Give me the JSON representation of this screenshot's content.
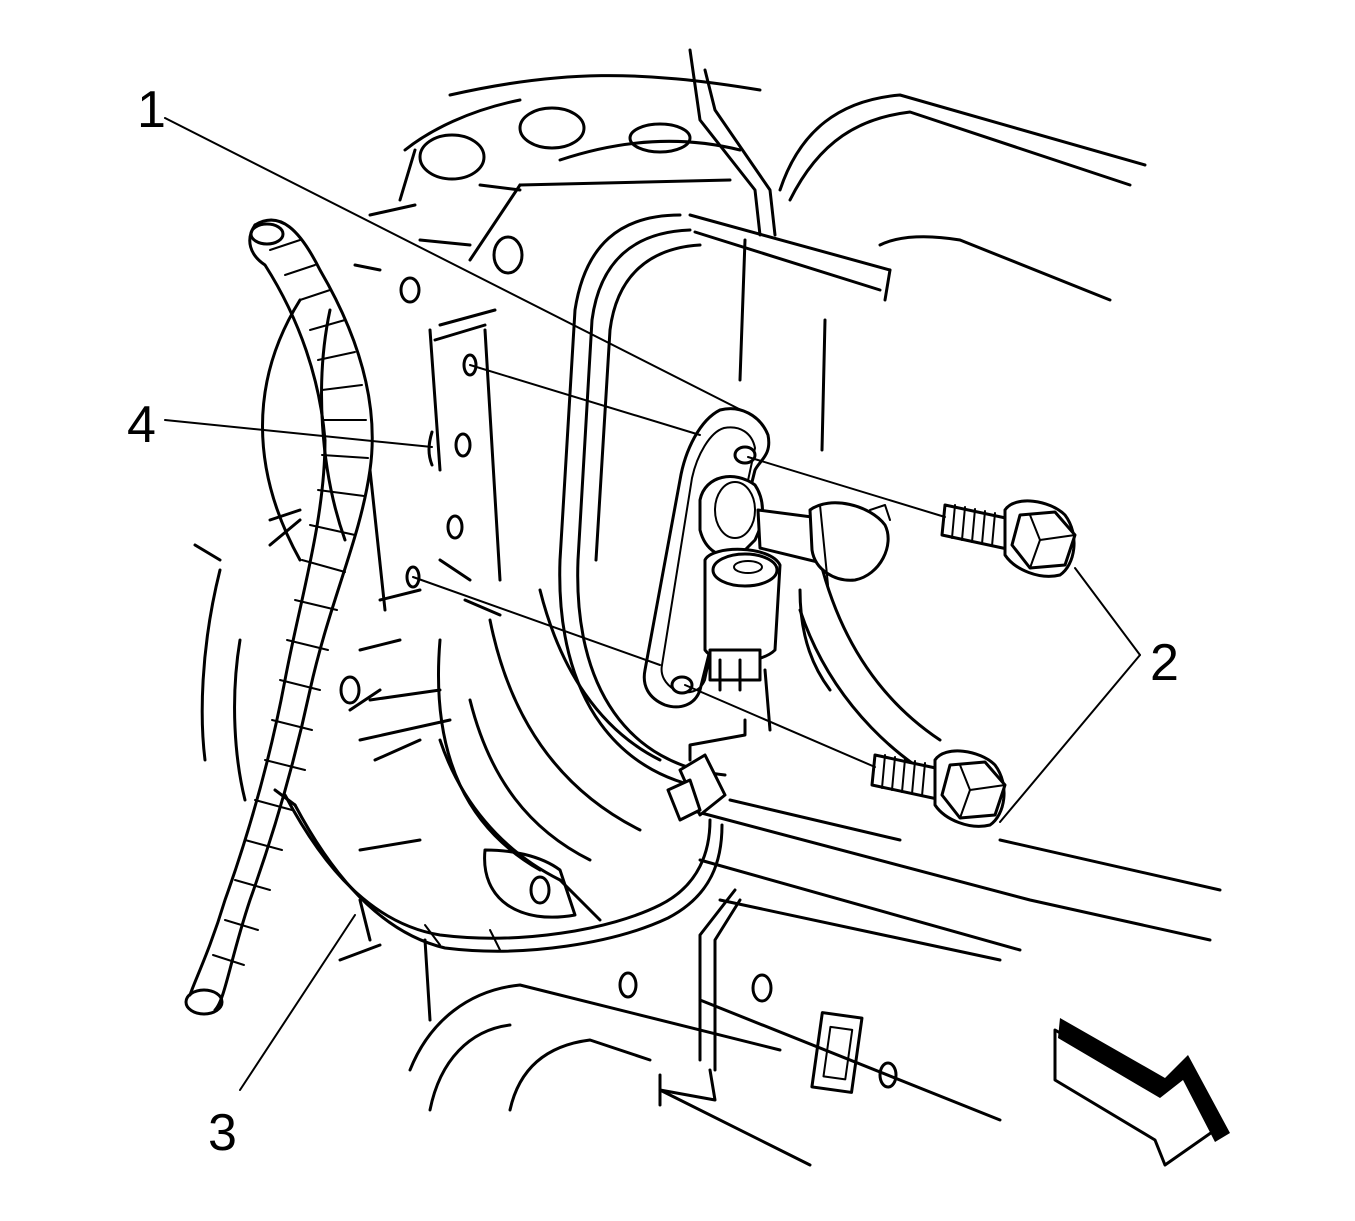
{
  "diagram": {
    "callouts": [
      {
        "id": "1",
        "label": "1"
      },
      {
        "id": "2",
        "label": "2"
      },
      {
        "id": "3",
        "label": "3"
      },
      {
        "id": "4",
        "label": "4"
      }
    ],
    "icons": {
      "direction_arrow": "arrow-front-icon"
    }
  }
}
